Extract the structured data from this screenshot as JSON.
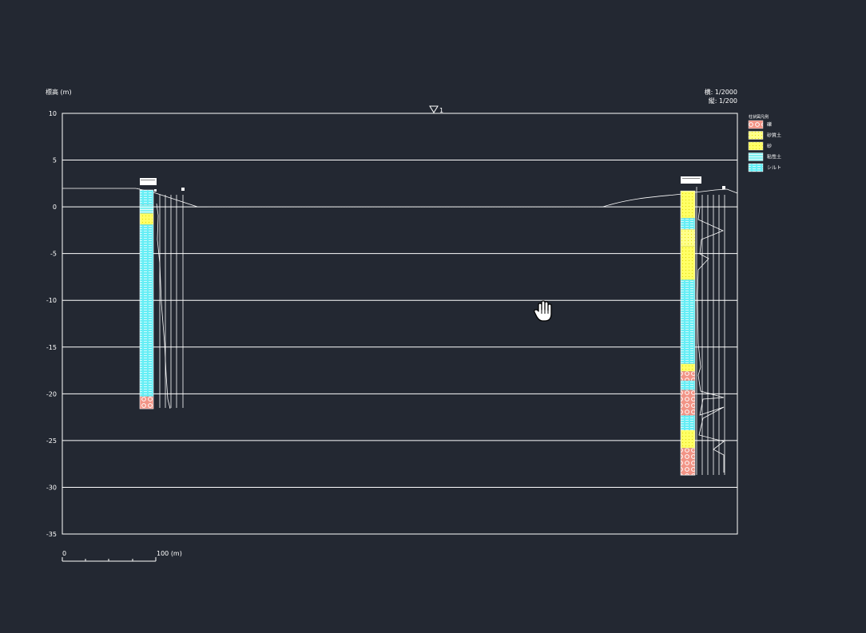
{
  "header": {
    "y_axis_label": "標高 (m)",
    "scale_horizontal": "横: 1/2000",
    "scale_vertical": "縦: 1/200",
    "water_level_marker": "1"
  },
  "axis": {
    "y_min": -35,
    "y_max": 10,
    "y_step": 5,
    "ticks": [
      "10",
      "5",
      "0",
      "-5",
      "-10",
      "-15",
      "-20",
      "-25",
      "-30",
      "-35"
    ]
  },
  "scale_bar": {
    "start_label": "0",
    "end_label": "100 (m)"
  },
  "legend": {
    "title": "柱状図凡例",
    "items": [
      {
        "label": "礫",
        "soil": "gravel",
        "color": "#f29486"
      },
      {
        "label": "砂質土",
        "soil": "sandy",
        "color": "#ffff8a"
      },
      {
        "label": "砂",
        "soil": "sand",
        "color": "#ffff66"
      },
      {
        "label": "粘性土",
        "soil": "clay",
        "color": "#7ff0f0"
      },
      {
        "label": "シルト",
        "soil": "silt",
        "color": "#66eef5"
      }
    ]
  },
  "boreholes": [
    {
      "id": "left",
      "top_elevation": 1.8,
      "layers": [
        {
          "from": 1.8,
          "to": 0.2,
          "soil": "silt"
        },
        {
          "from": 0.2,
          "to": -0.7,
          "soil": "clay"
        },
        {
          "from": -0.7,
          "to": -1.9,
          "soil": "sand"
        },
        {
          "from": -1.9,
          "to": -20.3,
          "soil": "silt"
        },
        {
          "from": -20.3,
          "to": -21.6,
          "soil": "gravel"
        }
      ]
    },
    {
      "id": "right",
      "top_elevation": 1.7,
      "layers": [
        {
          "from": 1.7,
          "to": -1.2,
          "soil": "sand"
        },
        {
          "from": -1.2,
          "to": -2.4,
          "soil": "silt"
        },
        {
          "from": -2.4,
          "to": -4.2,
          "soil": "sandy"
        },
        {
          "from": -4.2,
          "to": -7.8,
          "soil": "sand"
        },
        {
          "from": -7.8,
          "to": -16.8,
          "soil": "silt"
        },
        {
          "from": -16.8,
          "to": -17.6,
          "soil": "sand"
        },
        {
          "from": -17.6,
          "to": -18.6,
          "soil": "gravel"
        },
        {
          "from": -18.6,
          "to": -19.6,
          "soil": "silt"
        },
        {
          "from": -19.6,
          "to": -22.3,
          "soil": "gravel"
        },
        {
          "from": -22.3,
          "to": -23.9,
          "soil": "silt"
        },
        {
          "from": -23.9,
          "to": -25.8,
          "soil": "sand"
        },
        {
          "from": -25.8,
          "to": -28.7,
          "soil": "gravel"
        }
      ]
    }
  ]
}
